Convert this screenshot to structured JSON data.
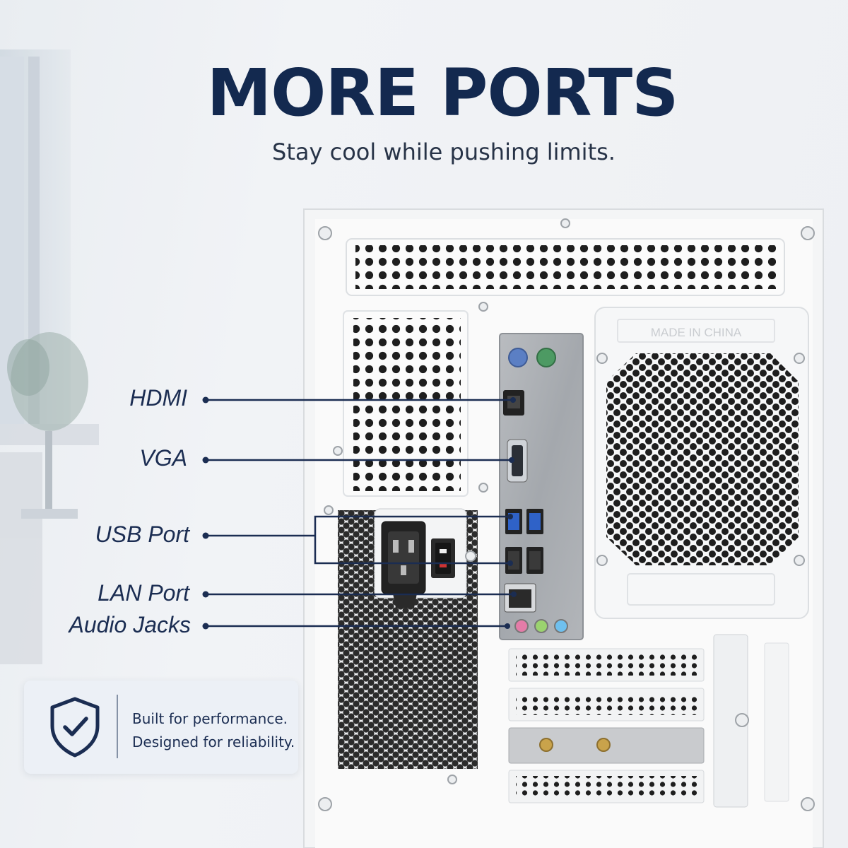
{
  "headline": "MORE PORTS",
  "subheadline": "Stay cool while pushing limits.",
  "case_embossing": "MADE IN CHINA",
  "callouts": {
    "hdmi": "HDMI",
    "vga": "VGA",
    "usb": "USB Port",
    "lan": "LAN Port",
    "audio": "Audio Jacks"
  },
  "badge": {
    "line1": "Built for performance.",
    "line2": "Designed for reliability.",
    "icon": "shield-check-icon"
  },
  "colors": {
    "brand_navy": "#13294f",
    "callout_line": "#1b2d52"
  }
}
